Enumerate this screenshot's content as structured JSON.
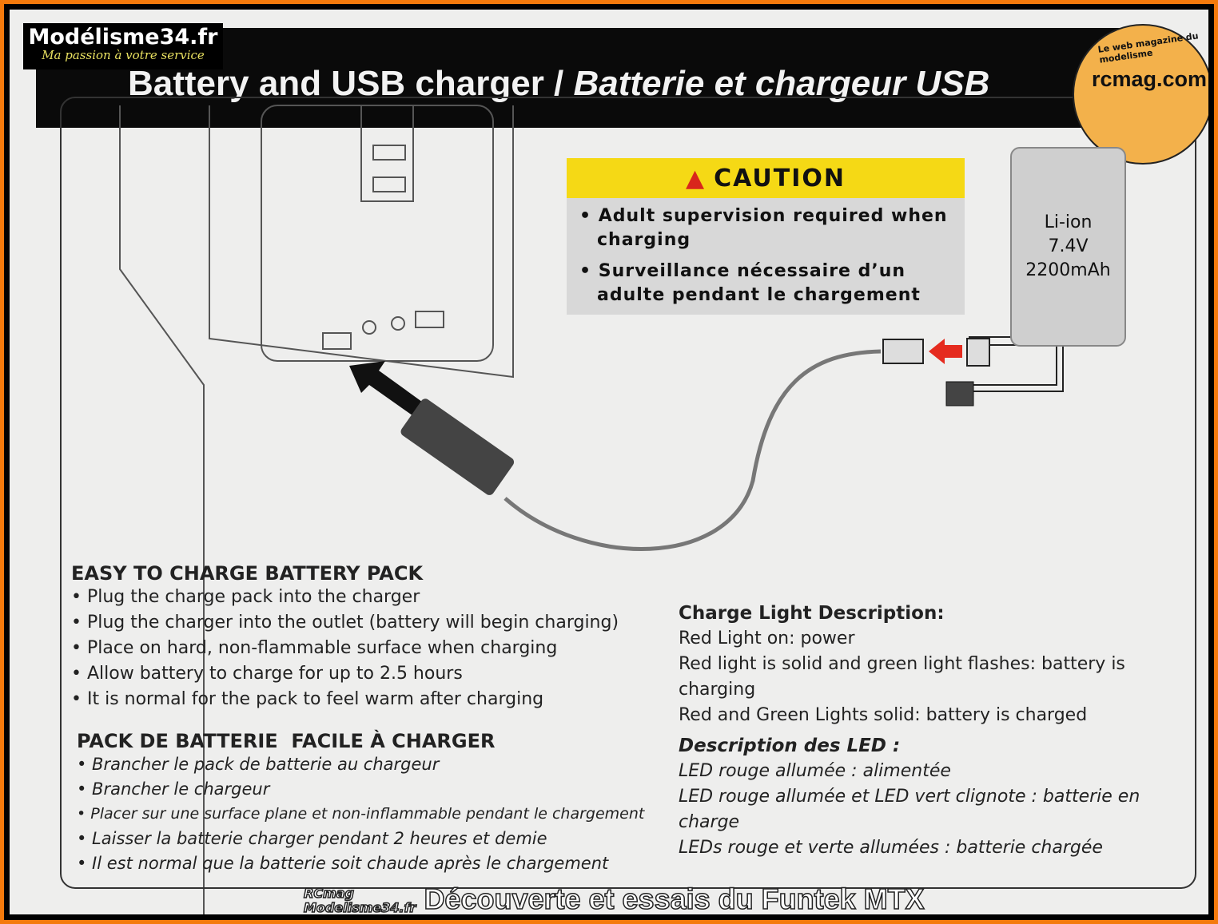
{
  "watermark_left": {
    "name": "Modélisme34.fr",
    "tagline": "Ma passion à votre service"
  },
  "watermark_right": {
    "domain": "rcmag.com",
    "tagline": "Le web magazine du modelisme"
  },
  "title": {
    "en": "Battery and USB charger / ",
    "fr": "Batterie et chargeur USB"
  },
  "caution": {
    "heading": "CAUTION",
    "items": [
      "• Adult supervision required when charging",
      "• Surveillance nécessaire d’un adulte pendant le chargement"
    ]
  },
  "battery": {
    "type": "Li-ion",
    "voltage": "7.4V",
    "capacity": "2200mAh"
  },
  "easy_en": {
    "heading": "EASY TO CHARGE BATTERY PACK",
    "items": [
      "• Plug the charge pack into the charger",
      "• Plug the charger into the outlet (battery will begin charging)",
      "• Place on hard, non-flammable surface when charging",
      "• Allow battery to charge for up to 2.5 hours",
      "• It is normal for the pack to feel warm after charging"
    ]
  },
  "easy_fr": {
    "heading": "PACK DE BATTERIE  FACILE À CHARGER",
    "items": [
      "• Brancher le pack de batterie au chargeur",
      "• Brancher le chargeur",
      "• Placer sur une surface plane et non-inflammable pendant le chargement",
      "• Laisser la batterie charger pendant 2 heures et demie",
      "• Il est normal que la batterie soit chaude après le chargement"
    ]
  },
  "light_en": {
    "heading": "Charge Light Description:",
    "items": [
      "Red Light on: power",
      "Red light is solid and green light flashes: battery is charging",
      "Red and Green Lights solid: battery is charged"
    ]
  },
  "light_fr": {
    "heading": "Description des LED :",
    "items": [
      "LED rouge allumée : alimentée",
      "LED rouge allumée et LED vert clignote : batterie en charge",
      "LEDs rouge et verte allumées : batterie chargée"
    ]
  },
  "footer": {
    "brand1": "RCmag",
    "brand2": "Modelisme34.fr",
    "caption": "Découverte et essais du Funtek MTX"
  },
  "colors": {
    "orange": "#f47a0c",
    "caution": "#f5d915",
    "arrow": "#e52b1f"
  }
}
